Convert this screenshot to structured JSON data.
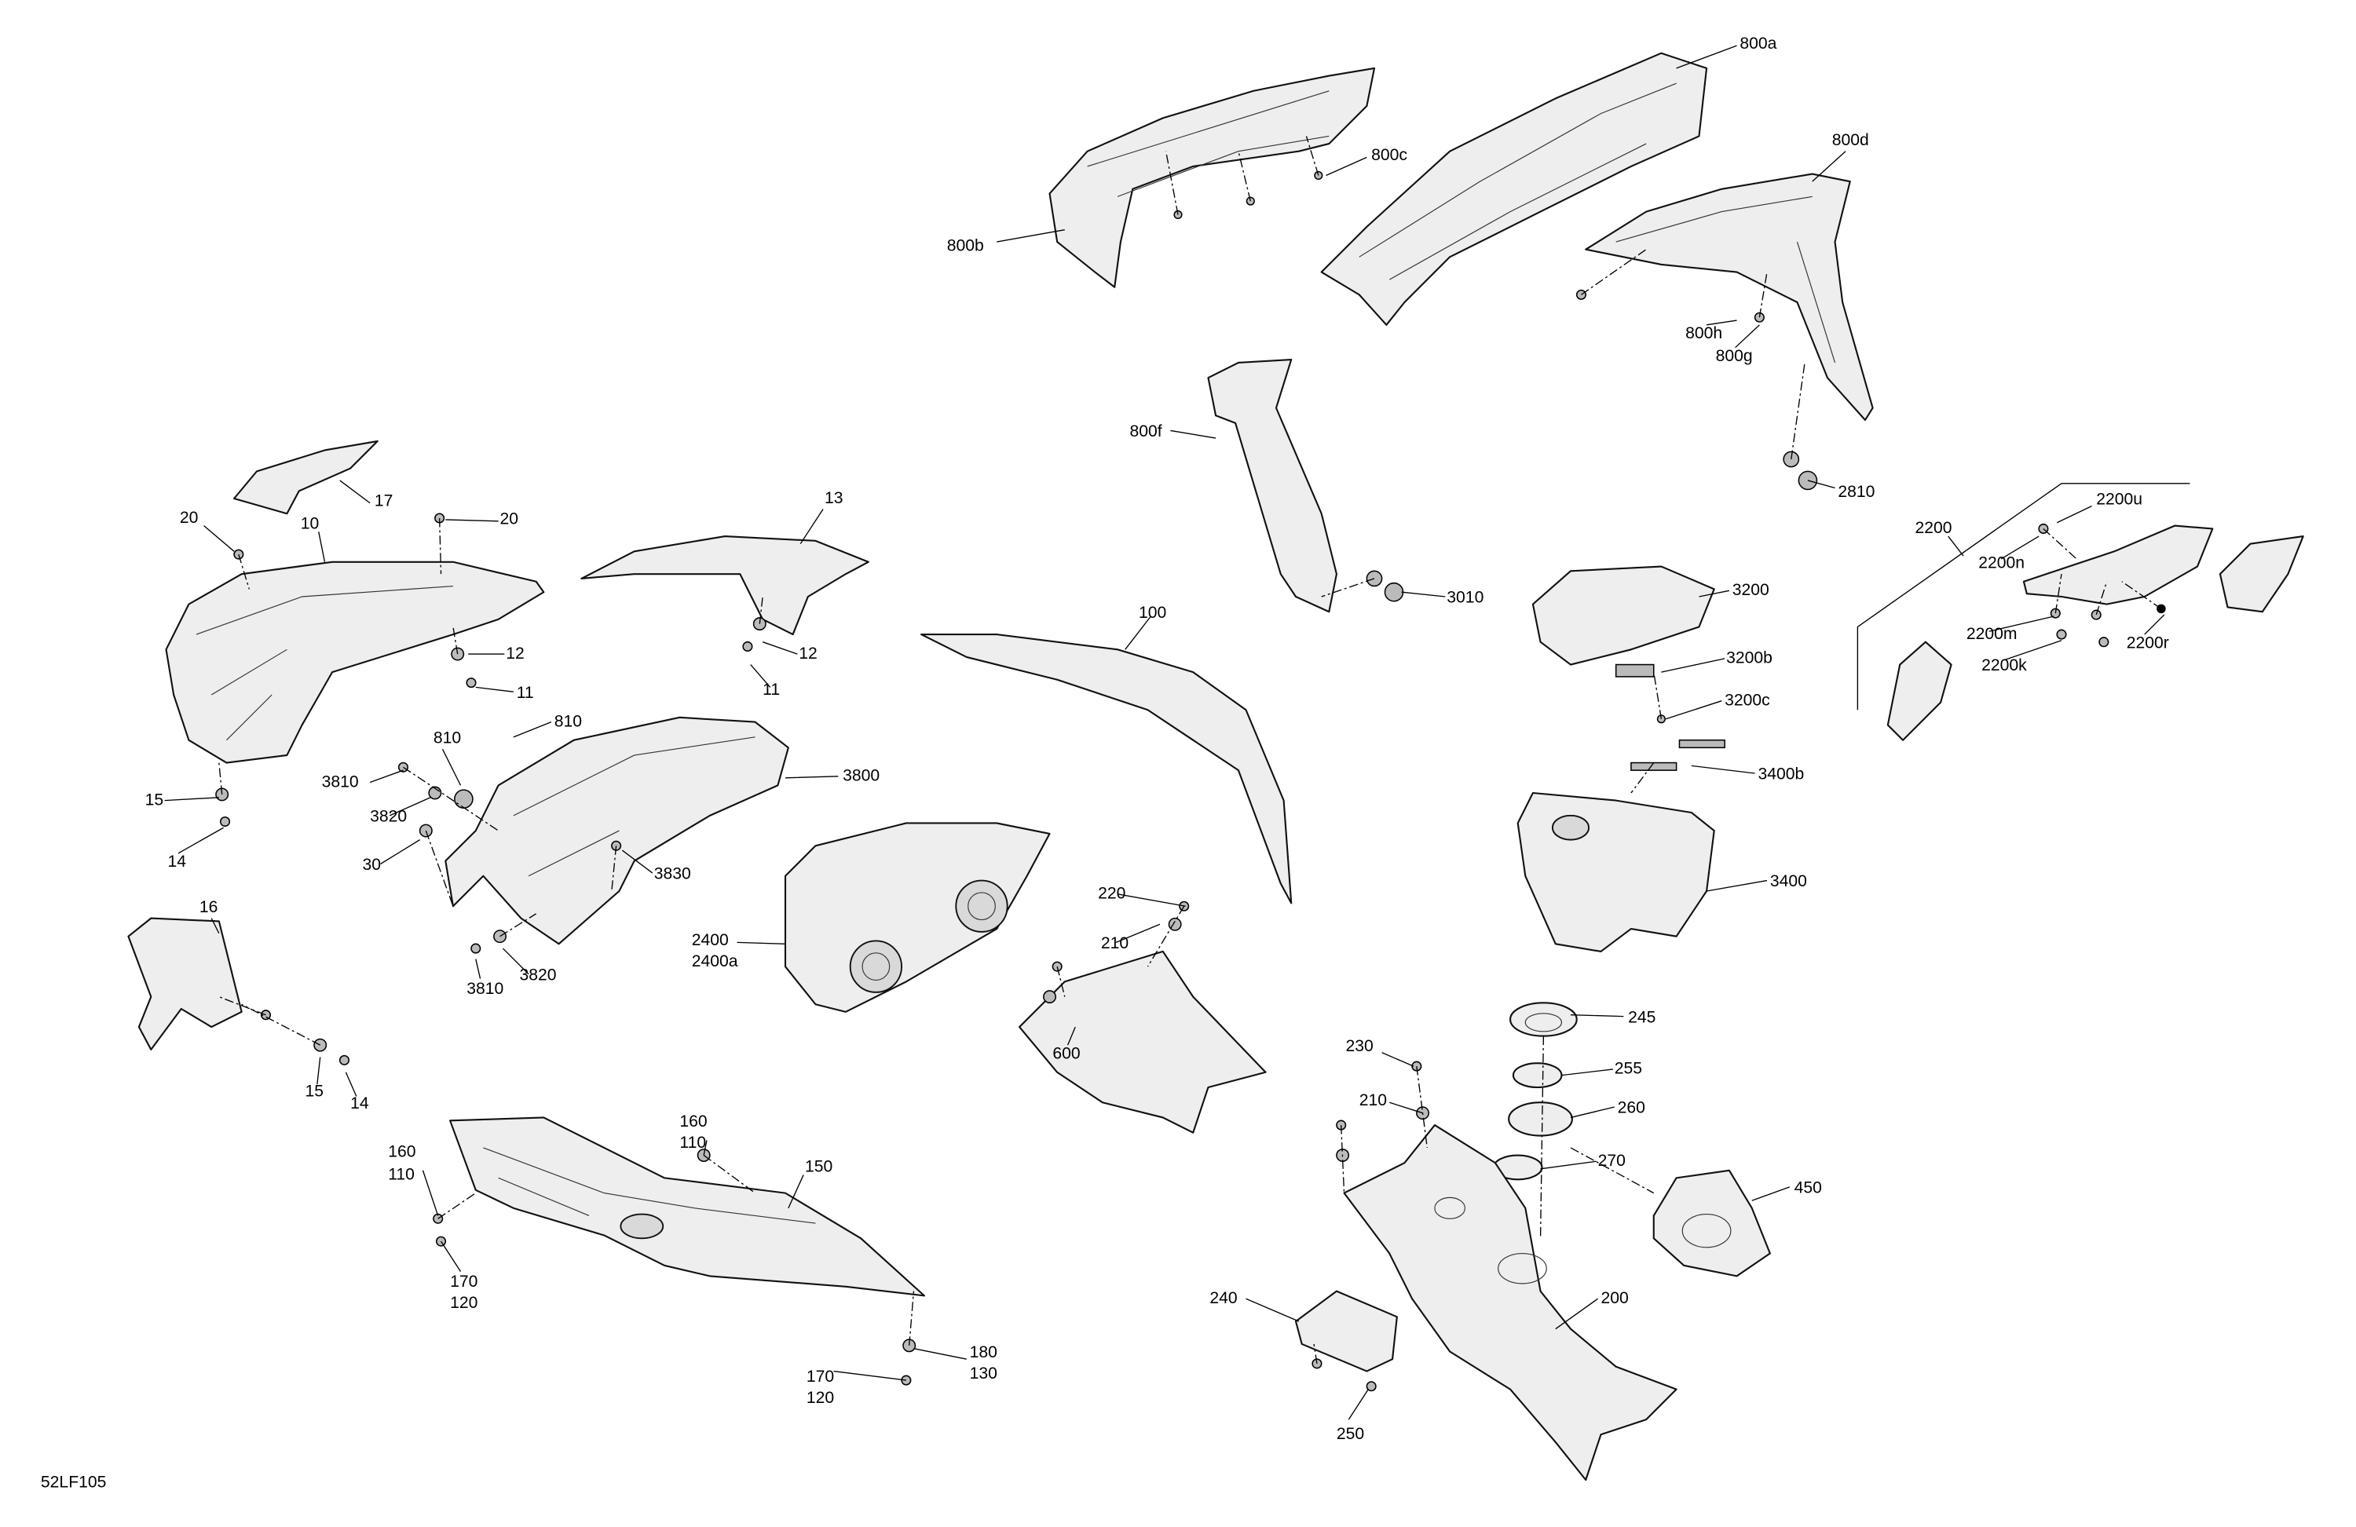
{
  "diagram": {
    "figure_id": "52LF105",
    "labels": [
      "800a",
      "800b",
      "800c",
      "800d",
      "800h",
      "800g",
      "800f",
      "2810",
      "17",
      "20",
      "20",
      "10",
      "13",
      "12",
      "12",
      "11",
      "11",
      "810",
      "810",
      "3810",
      "3820",
      "30",
      "3800",
      "3830",
      "3810",
      "3820",
      "15",
      "14",
      "16",
      "15",
      "14",
      "100",
      "3010",
      "3200",
      "3200b",
      "3200c",
      "3400b",
      "3400",
      "2200",
      "2200u",
      "2200n",
      "2200m",
      "2200k",
      "2200r",
      "2400",
      "2400a",
      "220",
      "210",
      "600",
      "245",
      "255",
      "260",
      "270",
      "450",
      "230",
      "210",
      "200",
      "240",
      "250",
      "160",
      "110",
      "150",
      "160",
      "110",
      "170",
      "120",
      "180",
      "130",
      "170",
      "120"
    ]
  }
}
